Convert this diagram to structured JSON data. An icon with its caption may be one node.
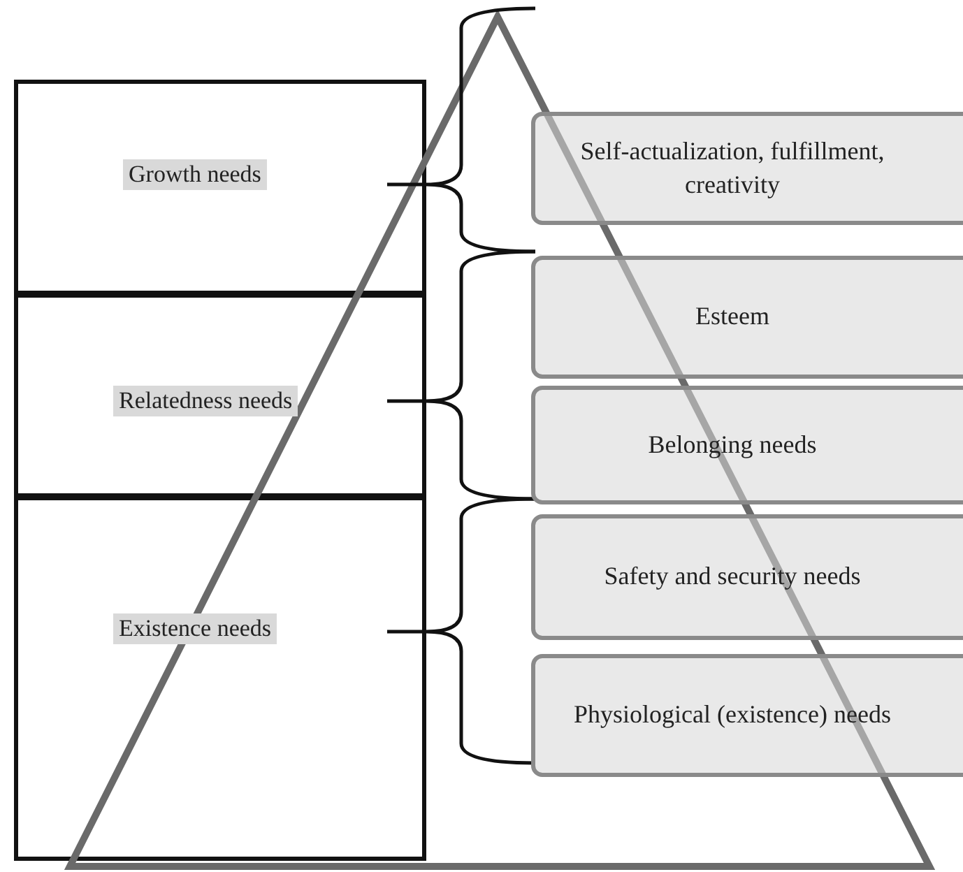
{
  "diagram": {
    "nodes": [
      {
        "text": [
          "Growth needs"
        ]
      },
      {
        "text": [
          "Relatedness needs"
        ]
      },
      {
        "text": [
          "Existence needs"
        ]
      },
      {
        "text": [
          "Self-actualization, fulfillment, creativity"
        ]
      },
      {
        "text": [
          "Esteem"
        ]
      },
      {
        "text": [
          "Belonging needs"
        ]
      },
      {
        "text": [
          "Safety and security needs"
        ]
      },
      {
        "text": [
          "Physiological (existence) needs"
        ]
      }
    ]
  }
}
